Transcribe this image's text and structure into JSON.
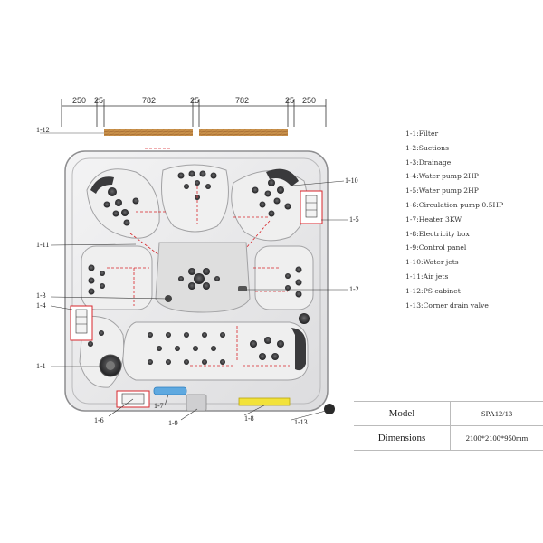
{
  "dimensions_top": [
    "250",
    "25",
    "782",
    "25",
    "782",
    "25",
    "250"
  ],
  "callouts": {
    "c1_12": "1-12",
    "c1_10": "1-10",
    "c1_5": "1-5",
    "c1_11": "1-11",
    "c1_3": "1-3",
    "c1_4": "1-4",
    "c1_2": "1-2",
    "c1_1": "1-1",
    "c1_6": "1-6",
    "c1_7": "1-7",
    "c1_9": "1-9",
    "c1_8": "1-8",
    "c1_13": "1-13"
  },
  "legend": [
    "1-1:Filter",
    "1-2:Suctions",
    "1-3:Drainage",
    "1-4:Water pump 2HP",
    "1-5:Water pump 2HP",
    "1-6:Circulation pump 0.5HP",
    "1-7:Heater 3KW",
    "1-8:Electricity box",
    "1-9:Control panel",
    "1-10:Water jets",
    "1-11:Air jets",
    "1-12:PS cabinet",
    "1-13:Corner drain valve"
  ],
  "spec": {
    "model_label": "Model",
    "model_value": "SPA12/13",
    "dimensions_label": "Dimensions",
    "dimensions_value": "2100*2100*950mm"
  },
  "colors": {
    "shell": "#e9e9ea",
    "outline": "#9a9a9c",
    "jet": "#2b2b2d",
    "red_dim": "#d8262b",
    "wood": "#c8904a",
    "heater": "#5fa9e0",
    "electric_box": "#f2e23a"
  }
}
